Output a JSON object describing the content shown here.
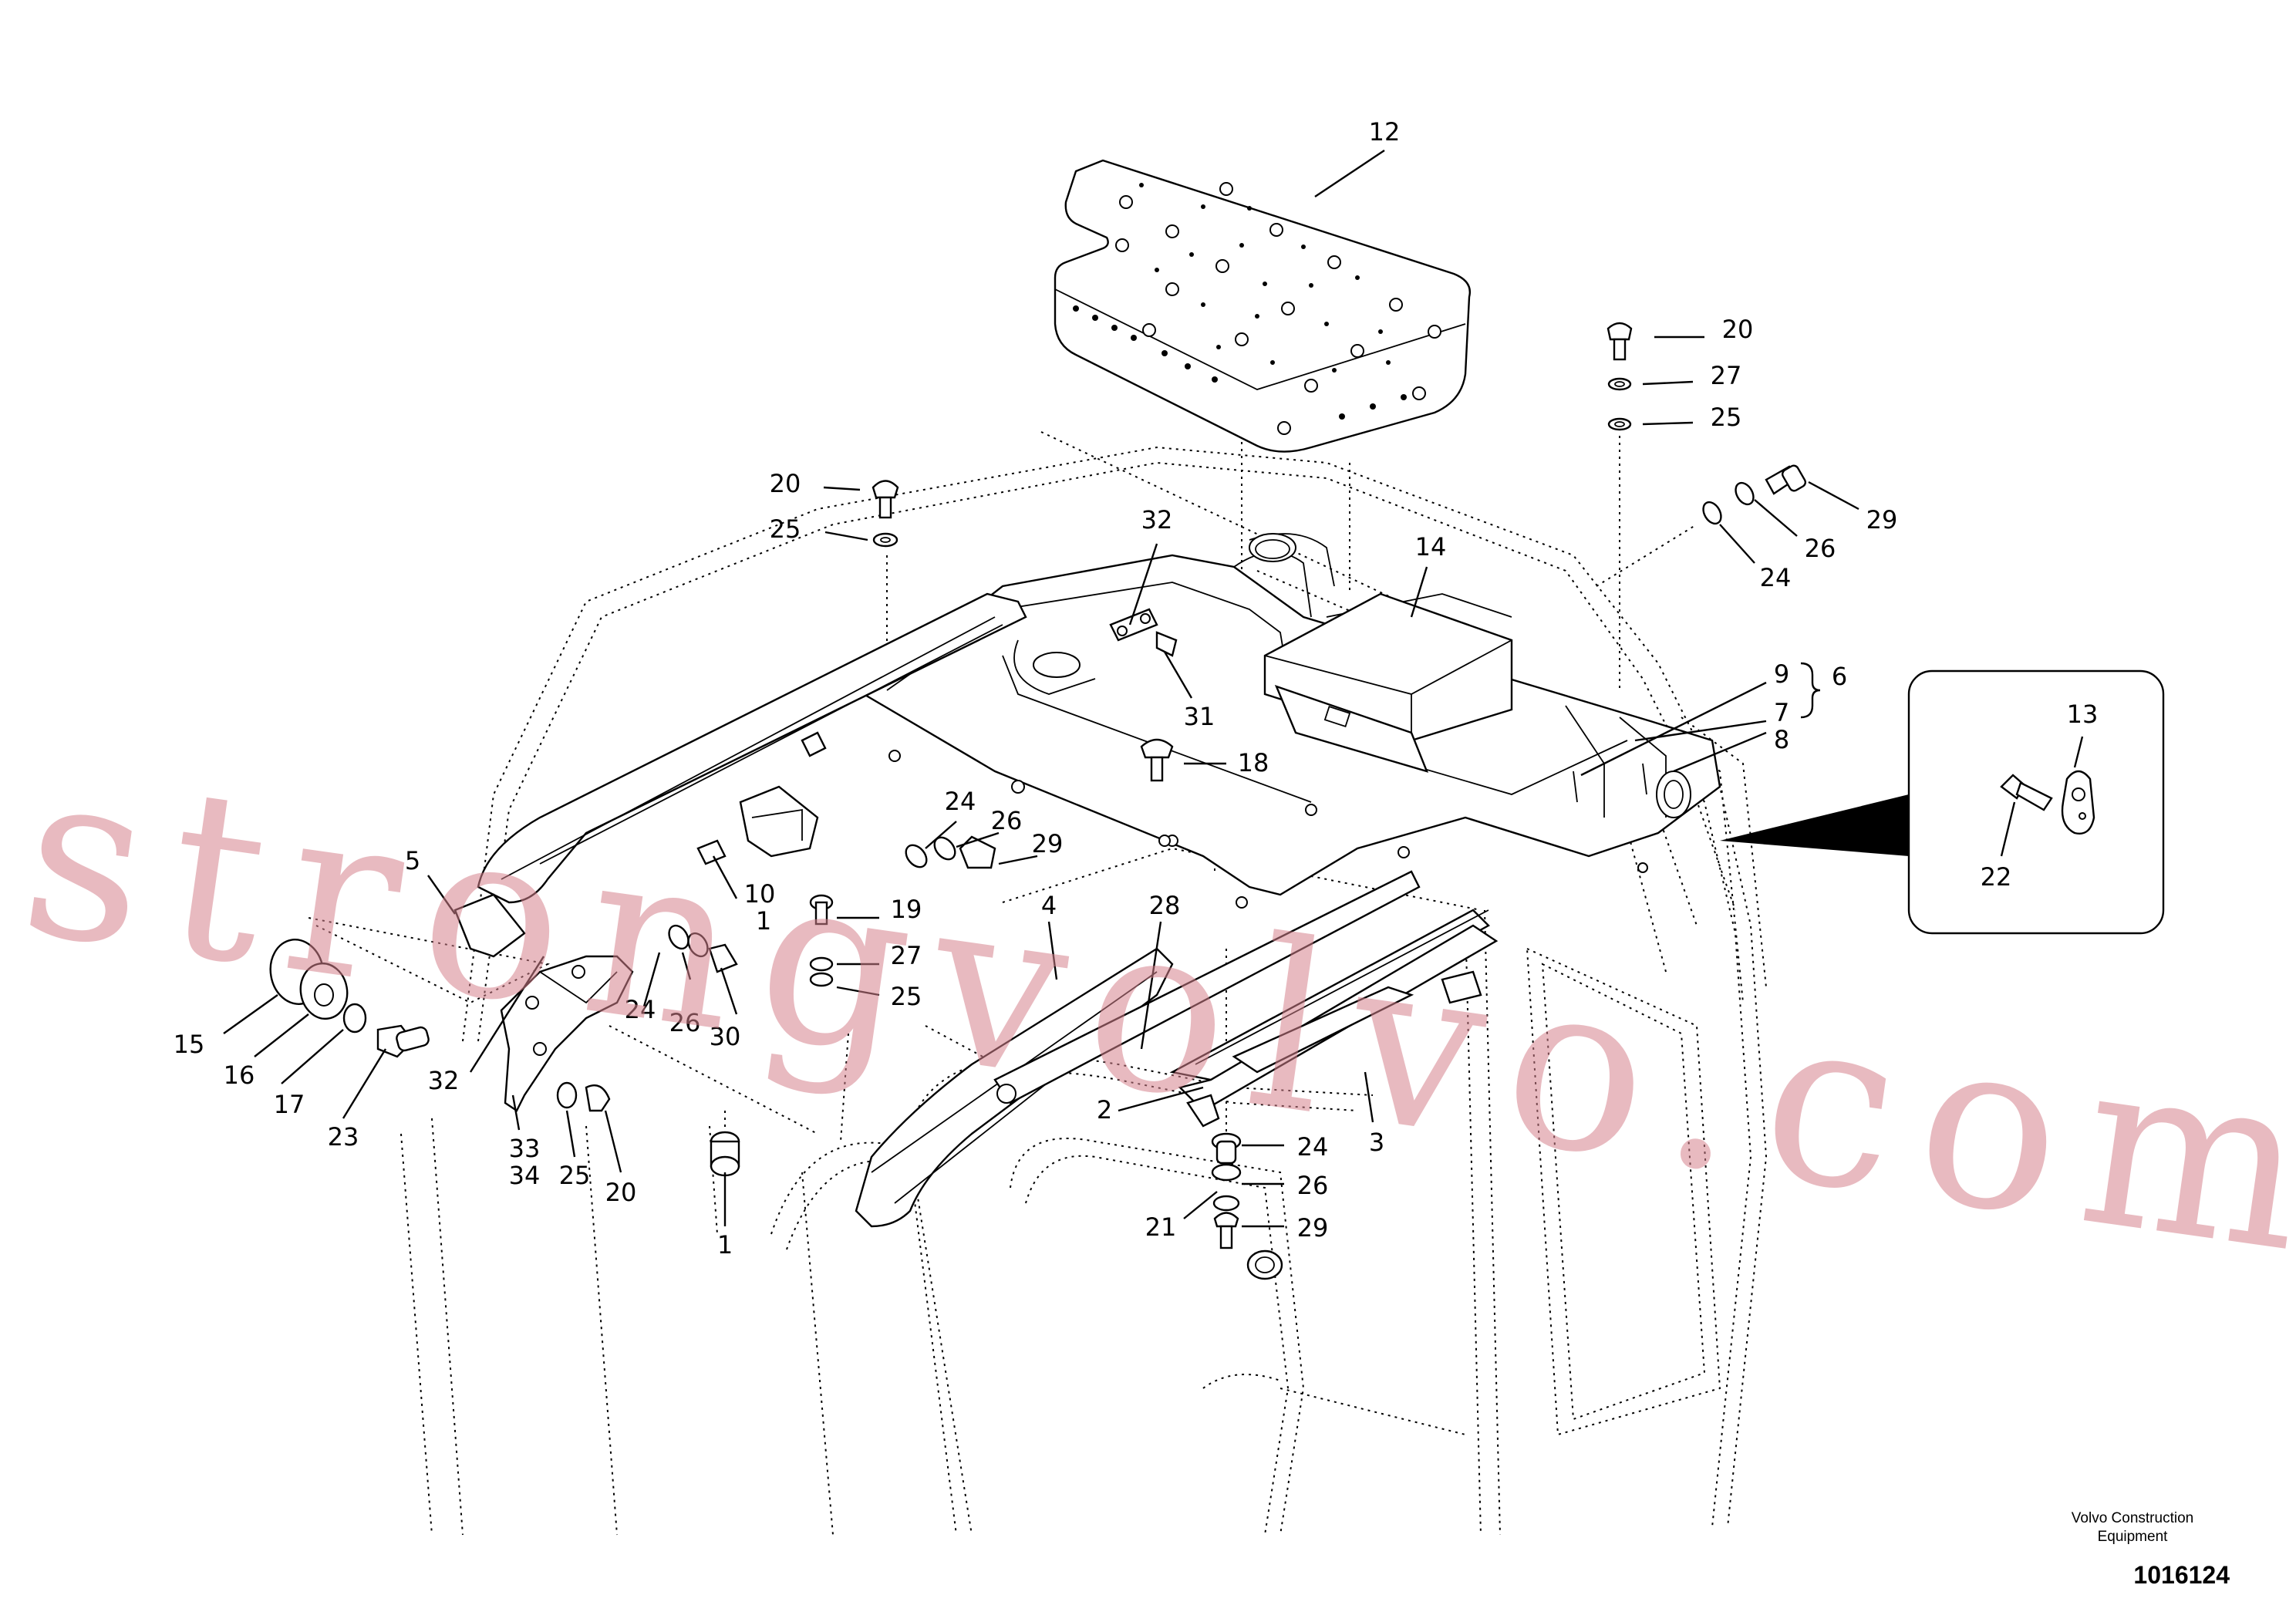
{
  "watermark": "strongvolvo.com",
  "publisher": {
    "line1": "Volvo Construction",
    "line2": "Equipment"
  },
  "document_number": "1016124",
  "callouts": [
    "1",
    "2",
    "3",
    "4",
    "5",
    "6",
    "7",
    "8",
    "9",
    "10",
    "12",
    "13",
    "14",
    "15",
    "16",
    "17",
    "18",
    "19",
    "20",
    "21",
    "22",
    "23",
    "24",
    "25",
    "26",
    "27",
    "28",
    "29",
    "30",
    "31",
    "32",
    "33",
    "34"
  ],
  "icons": {
    "detail_view": "magnified-detail-inset",
    "arrow": "pointer-wedge-icon"
  }
}
